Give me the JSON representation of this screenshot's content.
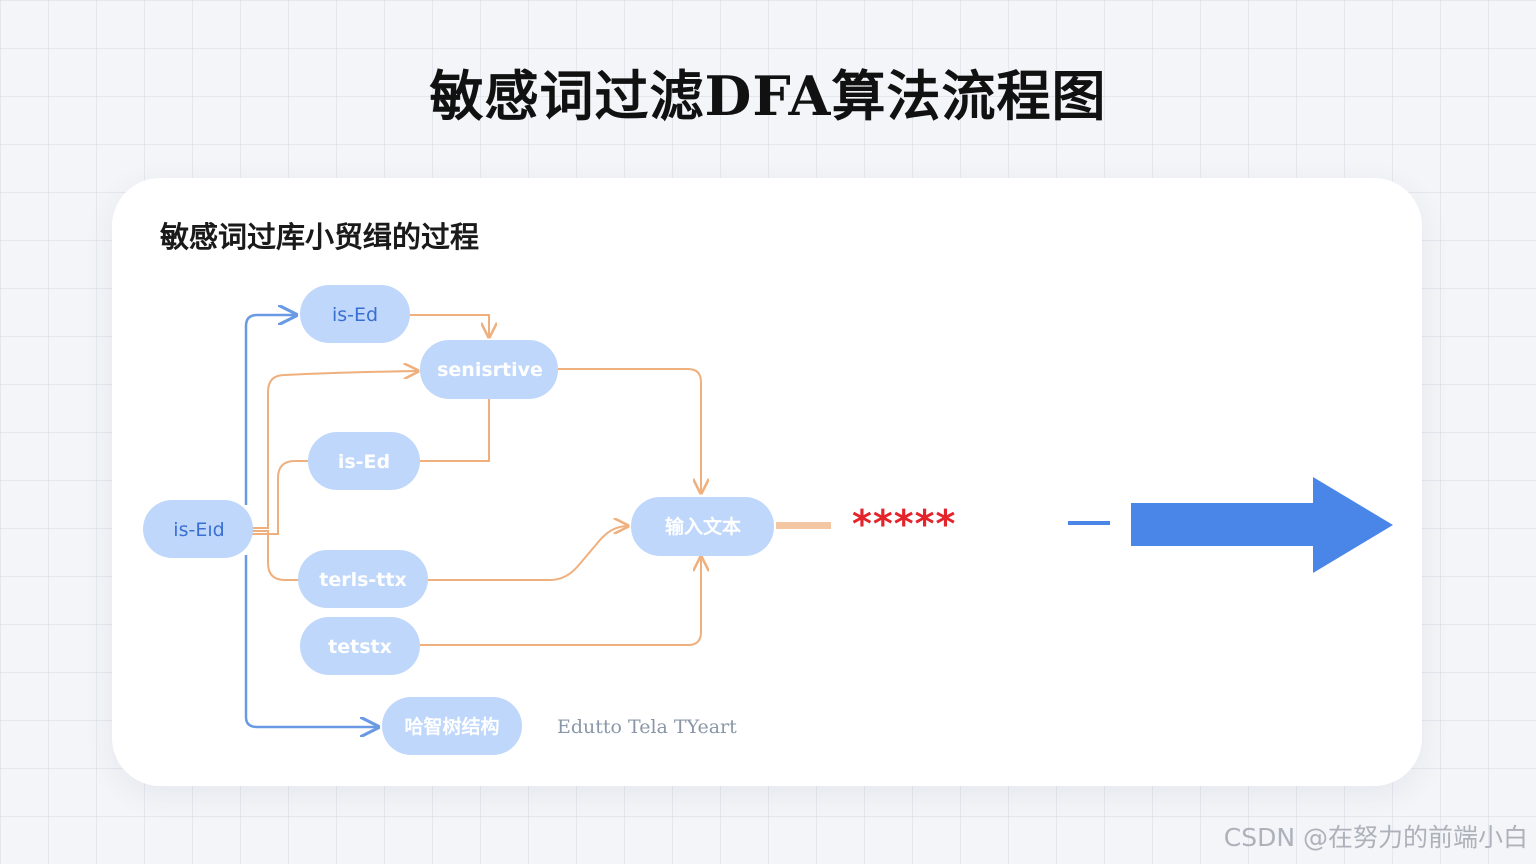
{
  "title": "敏感词过滤DFA算法流程图",
  "card_title": "敏感词过库小贸缉的过程",
  "nodes": {
    "root": "is-Eıd",
    "top": "is-Ed",
    "sensitive": "senisrtive",
    "mid": "is-Ed",
    "terls": "terls-ttx",
    "tetstx": "tetstx",
    "input": "输入文本",
    "hash": "哈智树结构"
  },
  "output": {
    "masked": "*****"
  },
  "footnote": "Edutto Tela TYeart",
  "watermark": "CSDN @在努力的前端小白",
  "colors": {
    "node_fill": "#bfd7fb",
    "node_text": "#3a6fd2",
    "edge_orange": "#efb07e",
    "edge_blue": "#6a9ae4",
    "arrow": "#4a86e8",
    "stars": "#e3242b"
  }
}
